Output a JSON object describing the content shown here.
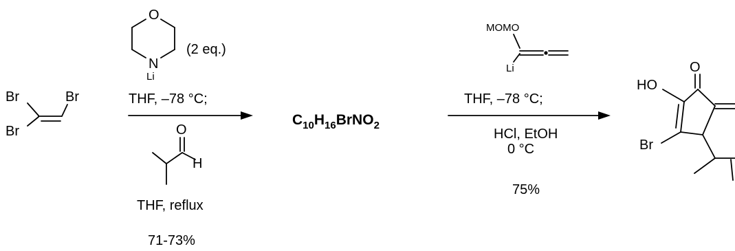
{
  "start_material": {
    "atoms": {
      "br_top_left": "Br",
      "br_top_right": "Br",
      "br_bottom_left": "Br"
    }
  },
  "step1": {
    "reagent_atoms": {
      "o": "O",
      "n": "N",
      "li": "Li"
    },
    "equiv": "(2 eq.)",
    "condition_top": "THF, –78 °C;",
    "aldehyde_atoms": {
      "o": "O",
      "h": "H"
    },
    "condition_bottom": "THF, reflux",
    "yield": "71-73%"
  },
  "intermediate": {
    "formula_parts": [
      "C",
      "10",
      "H",
      "16",
      "BrNO",
      "2"
    ]
  },
  "step2": {
    "reagent_atoms": {
      "momo": "MOMO",
      "li": "Li"
    },
    "condition_top": "THF, –78 °C;",
    "condition_mid1": "HCl, EtOH",
    "condition_mid2": "0 °C",
    "yield": "75%"
  },
  "product": {
    "atoms": {
      "ho": "HO",
      "o": "O",
      "br": "Br"
    }
  }
}
